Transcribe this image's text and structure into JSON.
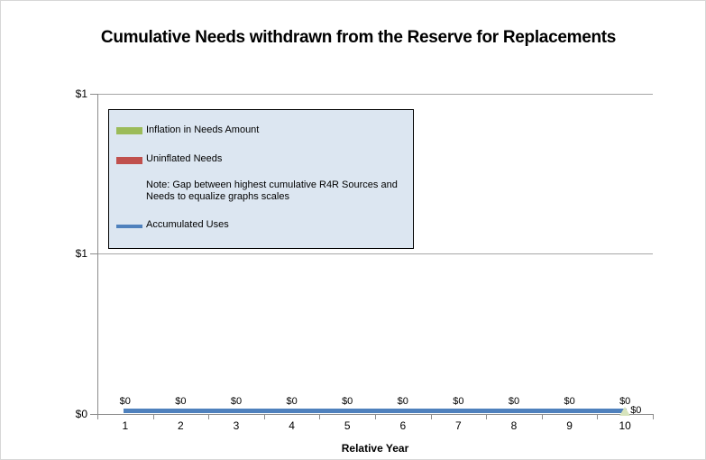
{
  "chart_data": {
    "type": "line",
    "title": "Cumulative Needs withdrawn from the Reserve for Replacements",
    "xlabel": "Relative Year",
    "ylabel": "",
    "categories": [
      "1",
      "2",
      "3",
      "4",
      "5",
      "6",
      "7",
      "8",
      "9",
      "10"
    ],
    "y_axis": {
      "tick_labels_top_to_bottom": [
        "$1",
        "$1",
        "$0"
      ],
      "grid": true
    },
    "series": [
      {
        "name": "Inflation in Needs Amount",
        "color": "#9BBB59",
        "marker": "triangle",
        "marker_fill": "#D7E4BC",
        "marker_edge": "#C3D69B",
        "visible_points": [
          {
            "category": "10",
            "value": 0,
            "label": "$0"
          }
        ]
      },
      {
        "name": "Uninflated Needs",
        "color": "#C0504D",
        "visible_points": []
      },
      {
        "name": "Accumulated Uses",
        "color": "#4F81BD",
        "values": [
          0,
          0,
          0,
          0,
          0,
          0,
          0,
          0,
          0,
          0
        ],
        "point_labels": [
          "$0",
          "$0",
          "$0",
          "$0",
          "$0",
          "$0",
          "$0",
          "$0",
          "$0",
          "$0"
        ]
      }
    ],
    "end_label": "$0",
    "legend": {
      "position": "inside-top-left",
      "background": "#DCE6F1",
      "items": [
        {
          "label": "Inflation in Needs Amount",
          "swatch_color": "#9BBB59",
          "swatch_type": "bar"
        },
        {
          "label": "Uninflated Needs",
          "swatch_color": "#C0504D",
          "swatch_type": "bar"
        },
        {
          "label": "Note: Gap between highest cumulative R4R Sources and Needs to equalize graphs scales",
          "swatch_type": "none"
        },
        {
          "label": "Accumulated Uses",
          "swatch_color": "#4F81BD",
          "swatch_type": "line"
        }
      ]
    }
  }
}
